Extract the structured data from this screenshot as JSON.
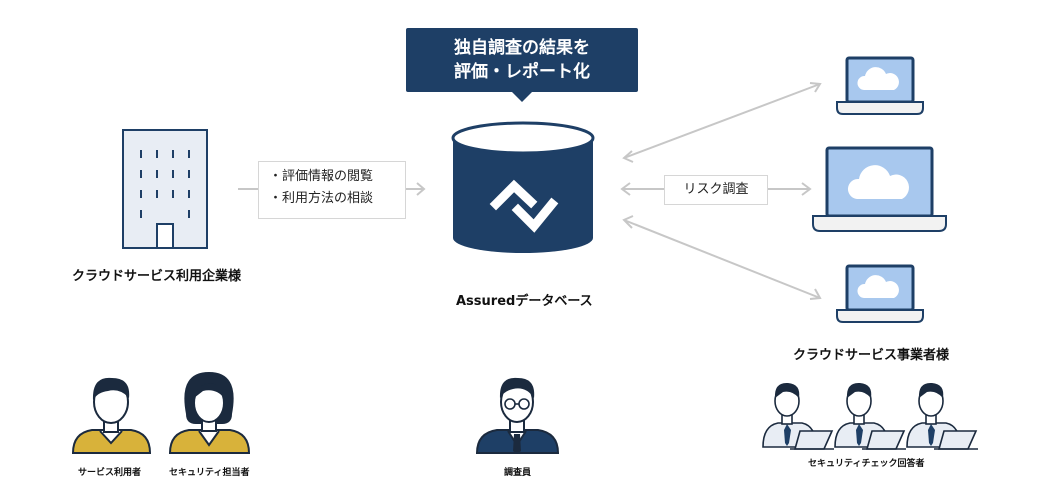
{
  "callout": {
    "line1": "独自調査の結果を",
    "line2": "評価・レポート化"
  },
  "left": {
    "company_label": "クラウドサービス利用企業様",
    "info_box": {
      "items": [
        "・評価情報の閲覧",
        "・利用方法の相談"
      ]
    }
  },
  "center": {
    "database_label": "Assuredデータベース"
  },
  "right": {
    "risk_box": "リスク調査",
    "providers_label": "クラウドサービス事業者様"
  },
  "people": {
    "service_user": "サービス利用者",
    "security_officer": "セキュリティ担当者",
    "investigator": "調査員",
    "checklist_respondent": "セキュリティチェック回答者"
  },
  "colors": {
    "navy": "#1e3f66",
    "building": "#e8edf4",
    "cloud_bg": "#a8c8ee",
    "arrow": "#c7c7c7",
    "mustard": "#d8b23a"
  }
}
